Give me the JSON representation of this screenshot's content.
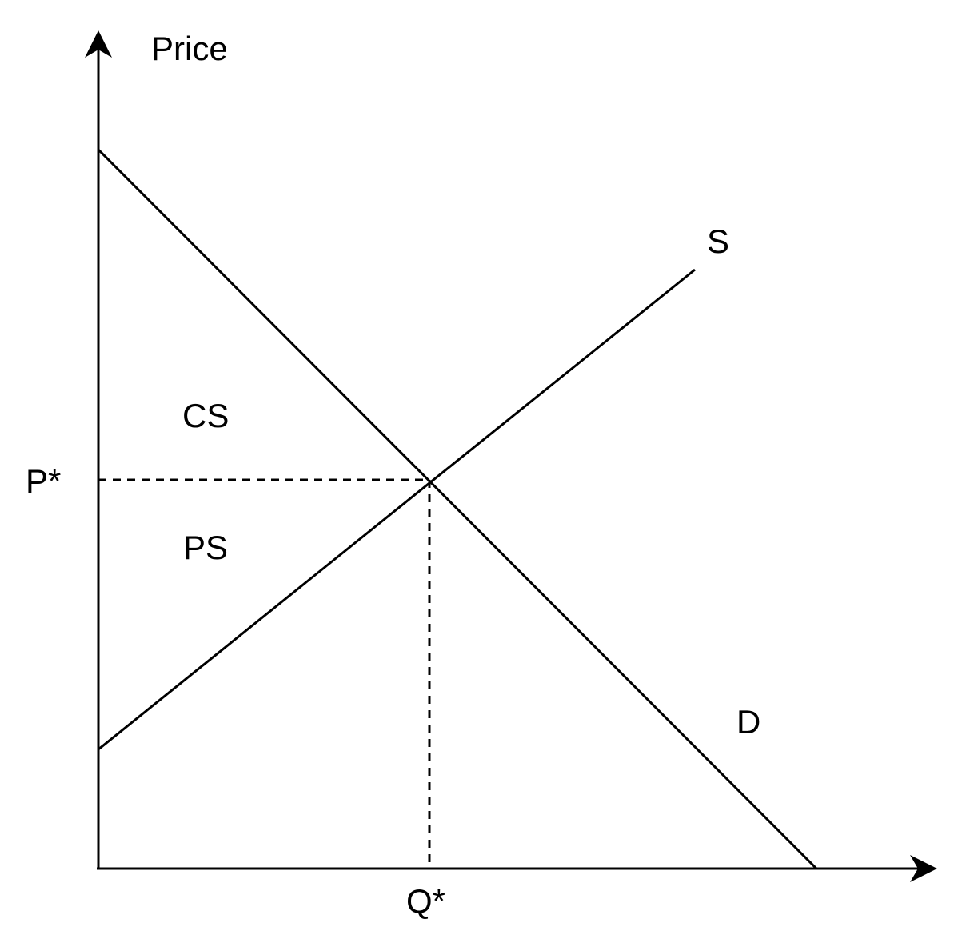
{
  "diagram": {
    "axis_label_y": "Price",
    "price_label": "P*",
    "quantity_label": "Q*",
    "supply_label": "S",
    "demand_label": "D",
    "cs_label": "CS",
    "ps_label": "PS"
  },
  "colors": {
    "line": "#000000",
    "background": "#ffffff"
  }
}
